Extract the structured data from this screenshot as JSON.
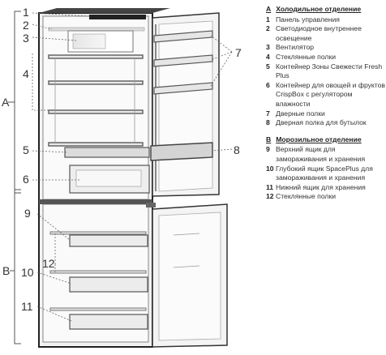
{
  "labels": {
    "A": "A",
    "B": "B",
    "c1": "1",
    "c2": "2",
    "c3": "3",
    "c4": "4",
    "c5": "5",
    "c6": "6",
    "c7": "7",
    "c8": "8",
    "c9": "9",
    "c10": "10",
    "c11": "11",
    "c12": "12"
  },
  "legend": {
    "fridge": {
      "letter": "A",
      "title": "Холодильное отделение",
      "items": [
        {
          "num": "1",
          "text": "Панель управления"
        },
        {
          "num": "2",
          "text": "Светодиодное внутреннее освещение"
        },
        {
          "num": "3",
          "text": "Вентилятор"
        },
        {
          "num": "4",
          "text": "Стеклянные полки"
        },
        {
          "num": "5",
          "text": "Контейнер Зоны Свежести Fresh Plus"
        },
        {
          "num": "6",
          "text": "Контейнер для овощей и фруктов CrispBox с регулятором влажности"
        },
        {
          "num": "7",
          "text": "Дверные полки"
        },
        {
          "num": "8",
          "text": "Дверная полка для бутылок"
        }
      ]
    },
    "freezer": {
      "letter": "B",
      "title": "Морозильное отделение",
      "items": [
        {
          "num": "9",
          "text": "Верхний ящик для замораживания и хранения"
        },
        {
          "num": "10",
          "text": "Глубокий ящик SpacePlus для замораживания и хранения"
        },
        {
          "num": "11",
          "text": "Нижний ящик для хранения"
        },
        {
          "num": "12",
          "text": "Стеклянные полки"
        }
      ]
    }
  }
}
